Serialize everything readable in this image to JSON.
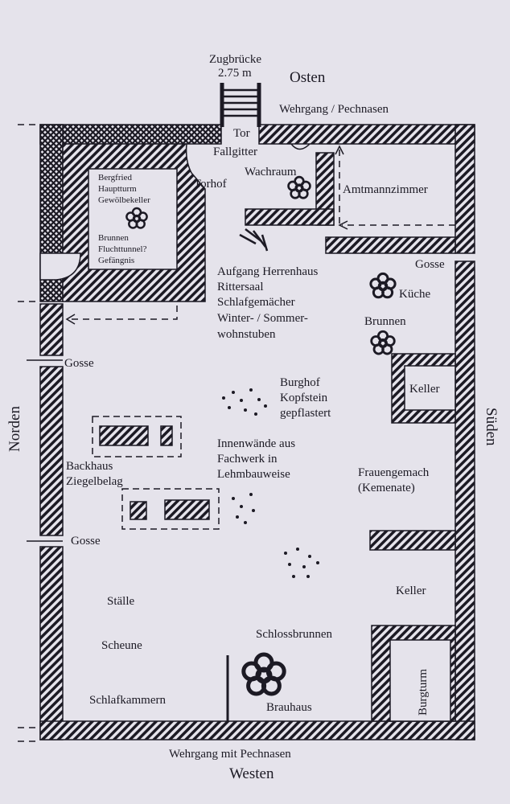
{
  "compass": {
    "east": "Osten",
    "west": "Westen",
    "north": "Norden",
    "south": "Süden"
  },
  "labels": {
    "drawbridge": "Zugbrücke",
    "drawbridge_length": "2.75 m",
    "wallwalk_east": "Wehrgang / Pechnasen",
    "gate": "Tor",
    "portcullis": "Fallgitter",
    "guardroom": "Wachraum",
    "gate_court": "Torhof",
    "bailiff_room": "Amtmannzimmer",
    "keep": [
      "Bergfried",
      "Hauptturm",
      "Gewölbekeller"
    ],
    "keep_lower": [
      "Brunnen",
      "Fluchttunnel?",
      "Gefängnis"
    ],
    "manor": [
      "Aufgang Herrenhaus",
      "Rittersaal",
      "Schlafgemächer",
      "Winter- / Sommer-",
      "wohnstuben"
    ],
    "gutter_1": "Gosse",
    "gutter_2": "Gosse",
    "gutter_3": "Gosse",
    "kitchen": "Küche",
    "well": "Brunnen",
    "courtyard": [
      "Burghof",
      "Kopfstein",
      "gepflastert"
    ],
    "cellar_1": "Keller",
    "inner_walls": [
      "Innenwände aus",
      "Fachwerk in",
      "Lehmbauweise"
    ],
    "bakehouse": [
      "Backhaus",
      "Ziegelbelag"
    ],
    "womens_room": [
      "Frauengemach",
      "(Kemenate)"
    ],
    "cellar_2": "Keller",
    "stables": "Ställe",
    "barn": "Scheune",
    "castle_well": "Schlossbrunnen",
    "sleeping_chambers": "Schlafkammern",
    "brewhouse": "Brauhaus",
    "castle_tower": "Burgturm",
    "wallwalk_west": "Wehrgang mit Pechnasen"
  },
  "colors": {
    "background": "#e5e3eb",
    "ink": "#1c1a24"
  }
}
